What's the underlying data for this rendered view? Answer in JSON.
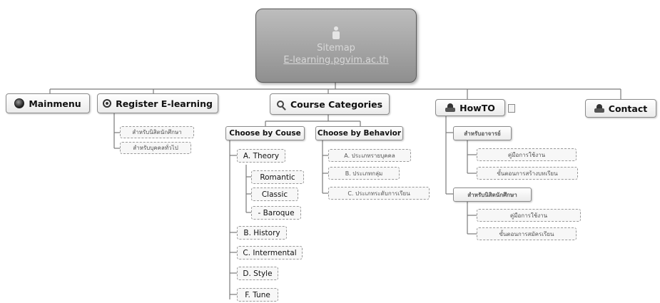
{
  "root": {
    "title": "Sitemap",
    "subtitle": "E-learning.pgvim.ac.th"
  },
  "branches": {
    "mainmenu": "Mainmenu",
    "register": "Register E-learning",
    "categories": "Course Categories",
    "howto": "HowTO",
    "contact": "Contact"
  },
  "register_children": [
    "สำหรับนิสิตนักศึกษา",
    "สำหรับบุคคลทั่วไป"
  ],
  "course_groups": {
    "by_course": "Choose by Couse",
    "by_behavior": "Choose by Behavior"
  },
  "by_course_items": [
    "A. Theory",
    "B. History",
    "C. Intermental",
    "D. Style",
    "F. Tune"
  ],
  "theory_items": [
    "Romantic",
    "Classic",
    "- Baroque"
  ],
  "by_behavior_items": [
    "A. ประเภทรายบุคคล",
    "B. ประเภทกลุ่ม",
    "C. ประเภทระดับการเรียน"
  ],
  "howto_groups": [
    "สำหรับอาจารย์",
    "สำหรับนิสิตนักศึกษา"
  ],
  "howto_teacher_items": [
    "คู่มือการใช้งาน",
    "ขั้นตอนการสร้างบทเรียน"
  ],
  "howto_student_items": [
    "คู่มือการใช้งาน",
    "ขั้นตอนการสมัครเรียน"
  ],
  "icons": {
    "mainmenu": "globe-icon",
    "register": "register-icon",
    "categories": "search-icon",
    "howto": "robot-icon",
    "contact": "robot-icon",
    "root": "robot-icon"
  }
}
